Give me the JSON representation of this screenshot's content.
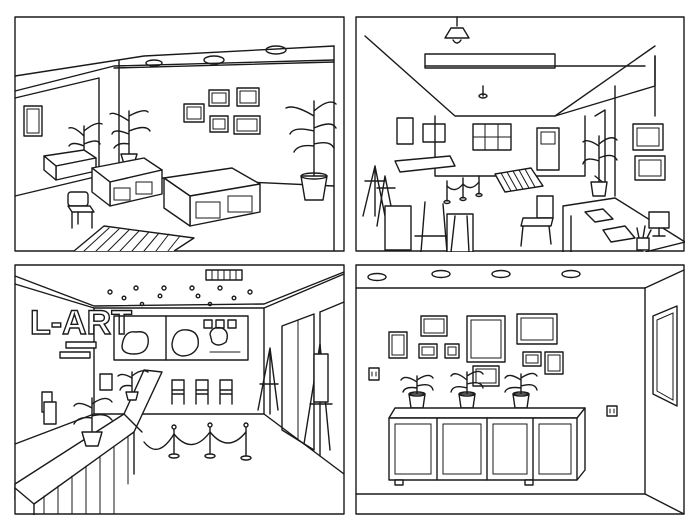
{
  "panels": [
    {
      "id": "gallery-room-benches"
    },
    {
      "id": "gallery-room-easels"
    },
    {
      "id": "lobby-reception",
      "sign_text": "L-ART"
    },
    {
      "id": "gallery-wall-shelf"
    }
  ]
}
